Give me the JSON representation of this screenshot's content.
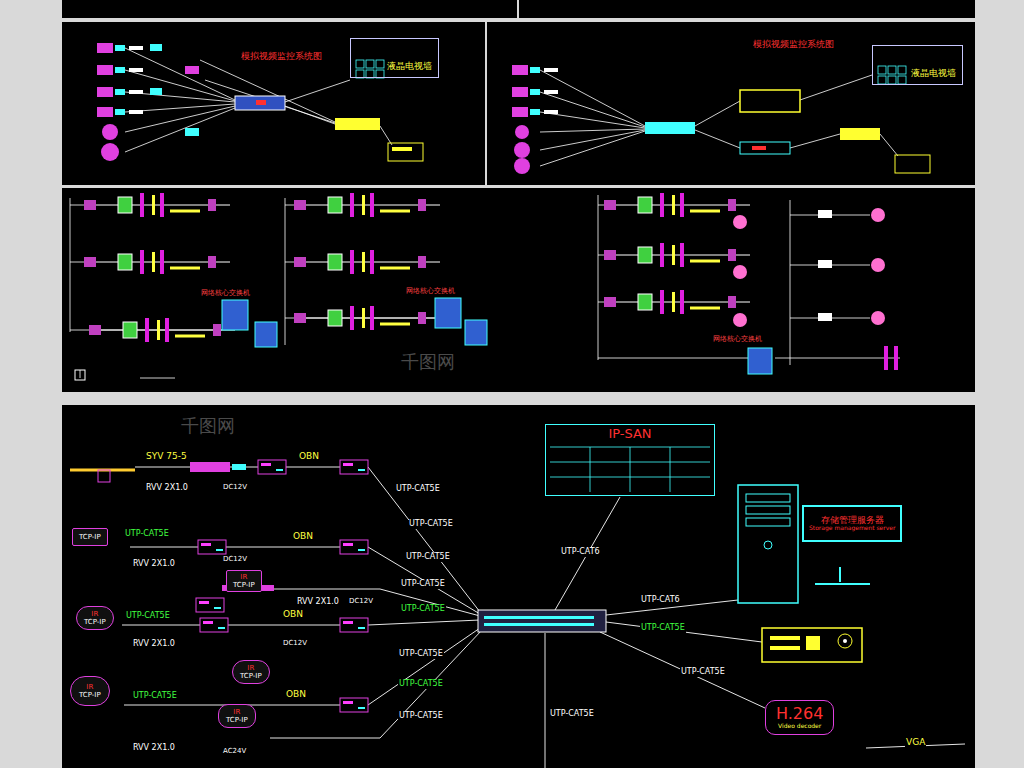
{
  "diagram": {
    "nodes": [
      {
        "text": [
          "液晶电视墙"
        ]
      },
      {
        "text": [
          "液晶电视墙"
        ]
      },
      {
        "text": [
          "IP-SAN"
        ]
      },
      {
        "text": [
          "存储管理服务器",
          "Storage management server"
        ]
      },
      {
        "text": [
          "TCP-IP"
        ]
      },
      {
        "text": [
          "IR",
          "TCP-IP"
        ]
      },
      {
        "text": [
          "IR",
          "TCP-IP"
        ]
      },
      {
        "text": [
          "IR",
          "TCP-IP"
        ]
      },
      {
        "text": [
          "IR",
          "TCP-IP"
        ]
      },
      {
        "text": [
          "IR",
          "TCP-IP"
        ]
      },
      {
        "text": [
          "H.264",
          "Video decoder"
        ]
      }
    ],
    "labels": [
      "模拟视频监控系统图",
      "模拟视频监控系统图",
      "网络核心交换机",
      "网络核心交换机",
      "网络核心交换机",
      "SYV 75-5",
      "RVV 2X1.0",
      "DC12V",
      "OBN",
      "UTP-CAT5E",
      "UTP-CAT5E",
      "UTP-CAT5E",
      "RVV 2X1.0",
      "DC12V",
      "OBN",
      "UTP-CAT5E",
      "RVV 2X1.0",
      "DC12V",
      "UTP-CAT5E",
      "UTP-CAT5E",
      "OBN",
      "UTP-CAT5E",
      "RVV 2X1.0",
      "DC12V",
      "UTP-CAT5E",
      "UTP-CAT5E",
      "OBN",
      "UTP-CAT5E",
      "RVV 2X1.0",
      "AC24V",
      "UTP-CAT5E",
      "UTP-CAT6",
      "UTP-CAT6",
      "UTP-CAT5E",
      "UTP-CAT5E",
      "UTP-CAT5E",
      "VGA",
      "千图网",
      "千图网"
    ]
  }
}
